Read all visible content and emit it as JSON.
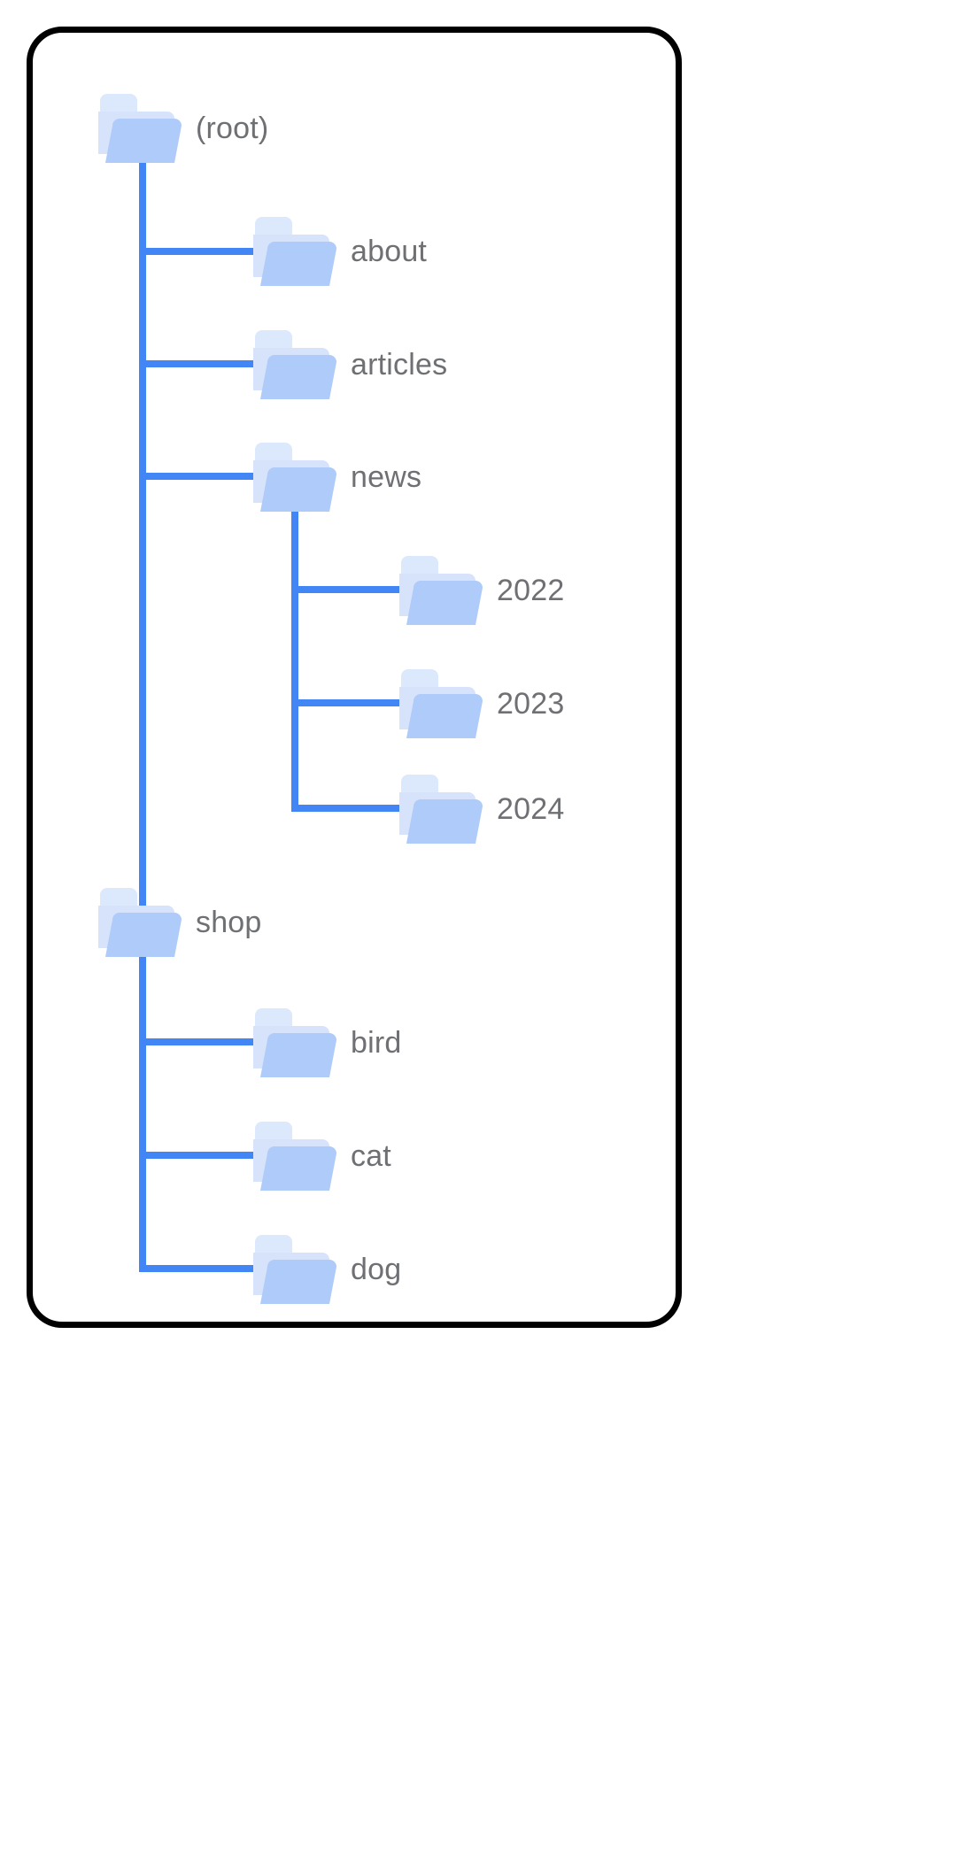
{
  "diagram": {
    "type": "directory-tree",
    "title": "(root)",
    "colors": {
      "card_border": "#000000",
      "card_background": "#ffffff",
      "connector": "#4285F4",
      "folder_front": "#AECBFA",
      "folder_middle": "#D7E3FB",
      "folder_back": "#DCE8FC",
      "label_text": "#6E7074"
    },
    "nodes": [
      {
        "id": "root",
        "label": "(root)",
        "depth": 0,
        "parent": null
      },
      {
        "id": "about",
        "label": "about",
        "depth": 1,
        "parent": "root"
      },
      {
        "id": "articles",
        "label": "articles",
        "depth": 1,
        "parent": "root"
      },
      {
        "id": "news",
        "label": "news",
        "depth": 1,
        "parent": "root"
      },
      {
        "id": "y2022",
        "label": "2022",
        "depth": 2,
        "parent": "news"
      },
      {
        "id": "y2023",
        "label": "2023",
        "depth": 2,
        "parent": "news"
      },
      {
        "id": "y2024",
        "label": "2024",
        "depth": 2,
        "parent": "news"
      },
      {
        "id": "shop",
        "label": "shop",
        "depth": 0,
        "parent": "root"
      },
      {
        "id": "bird",
        "label": "bird",
        "depth": 1,
        "parent": "shop"
      },
      {
        "id": "cat",
        "label": "cat",
        "depth": 1,
        "parent": "shop"
      },
      {
        "id": "dog",
        "label": "dog",
        "depth": 1,
        "parent": "shop"
      }
    ],
    "labels": {
      "root": "(root)",
      "about": "about",
      "articles": "articles",
      "news": "news",
      "y2022": "2022",
      "y2023": "2023",
      "y2024": "2024",
      "shop": "shop",
      "bird": "bird",
      "cat": "cat",
      "dog": "dog"
    }
  }
}
